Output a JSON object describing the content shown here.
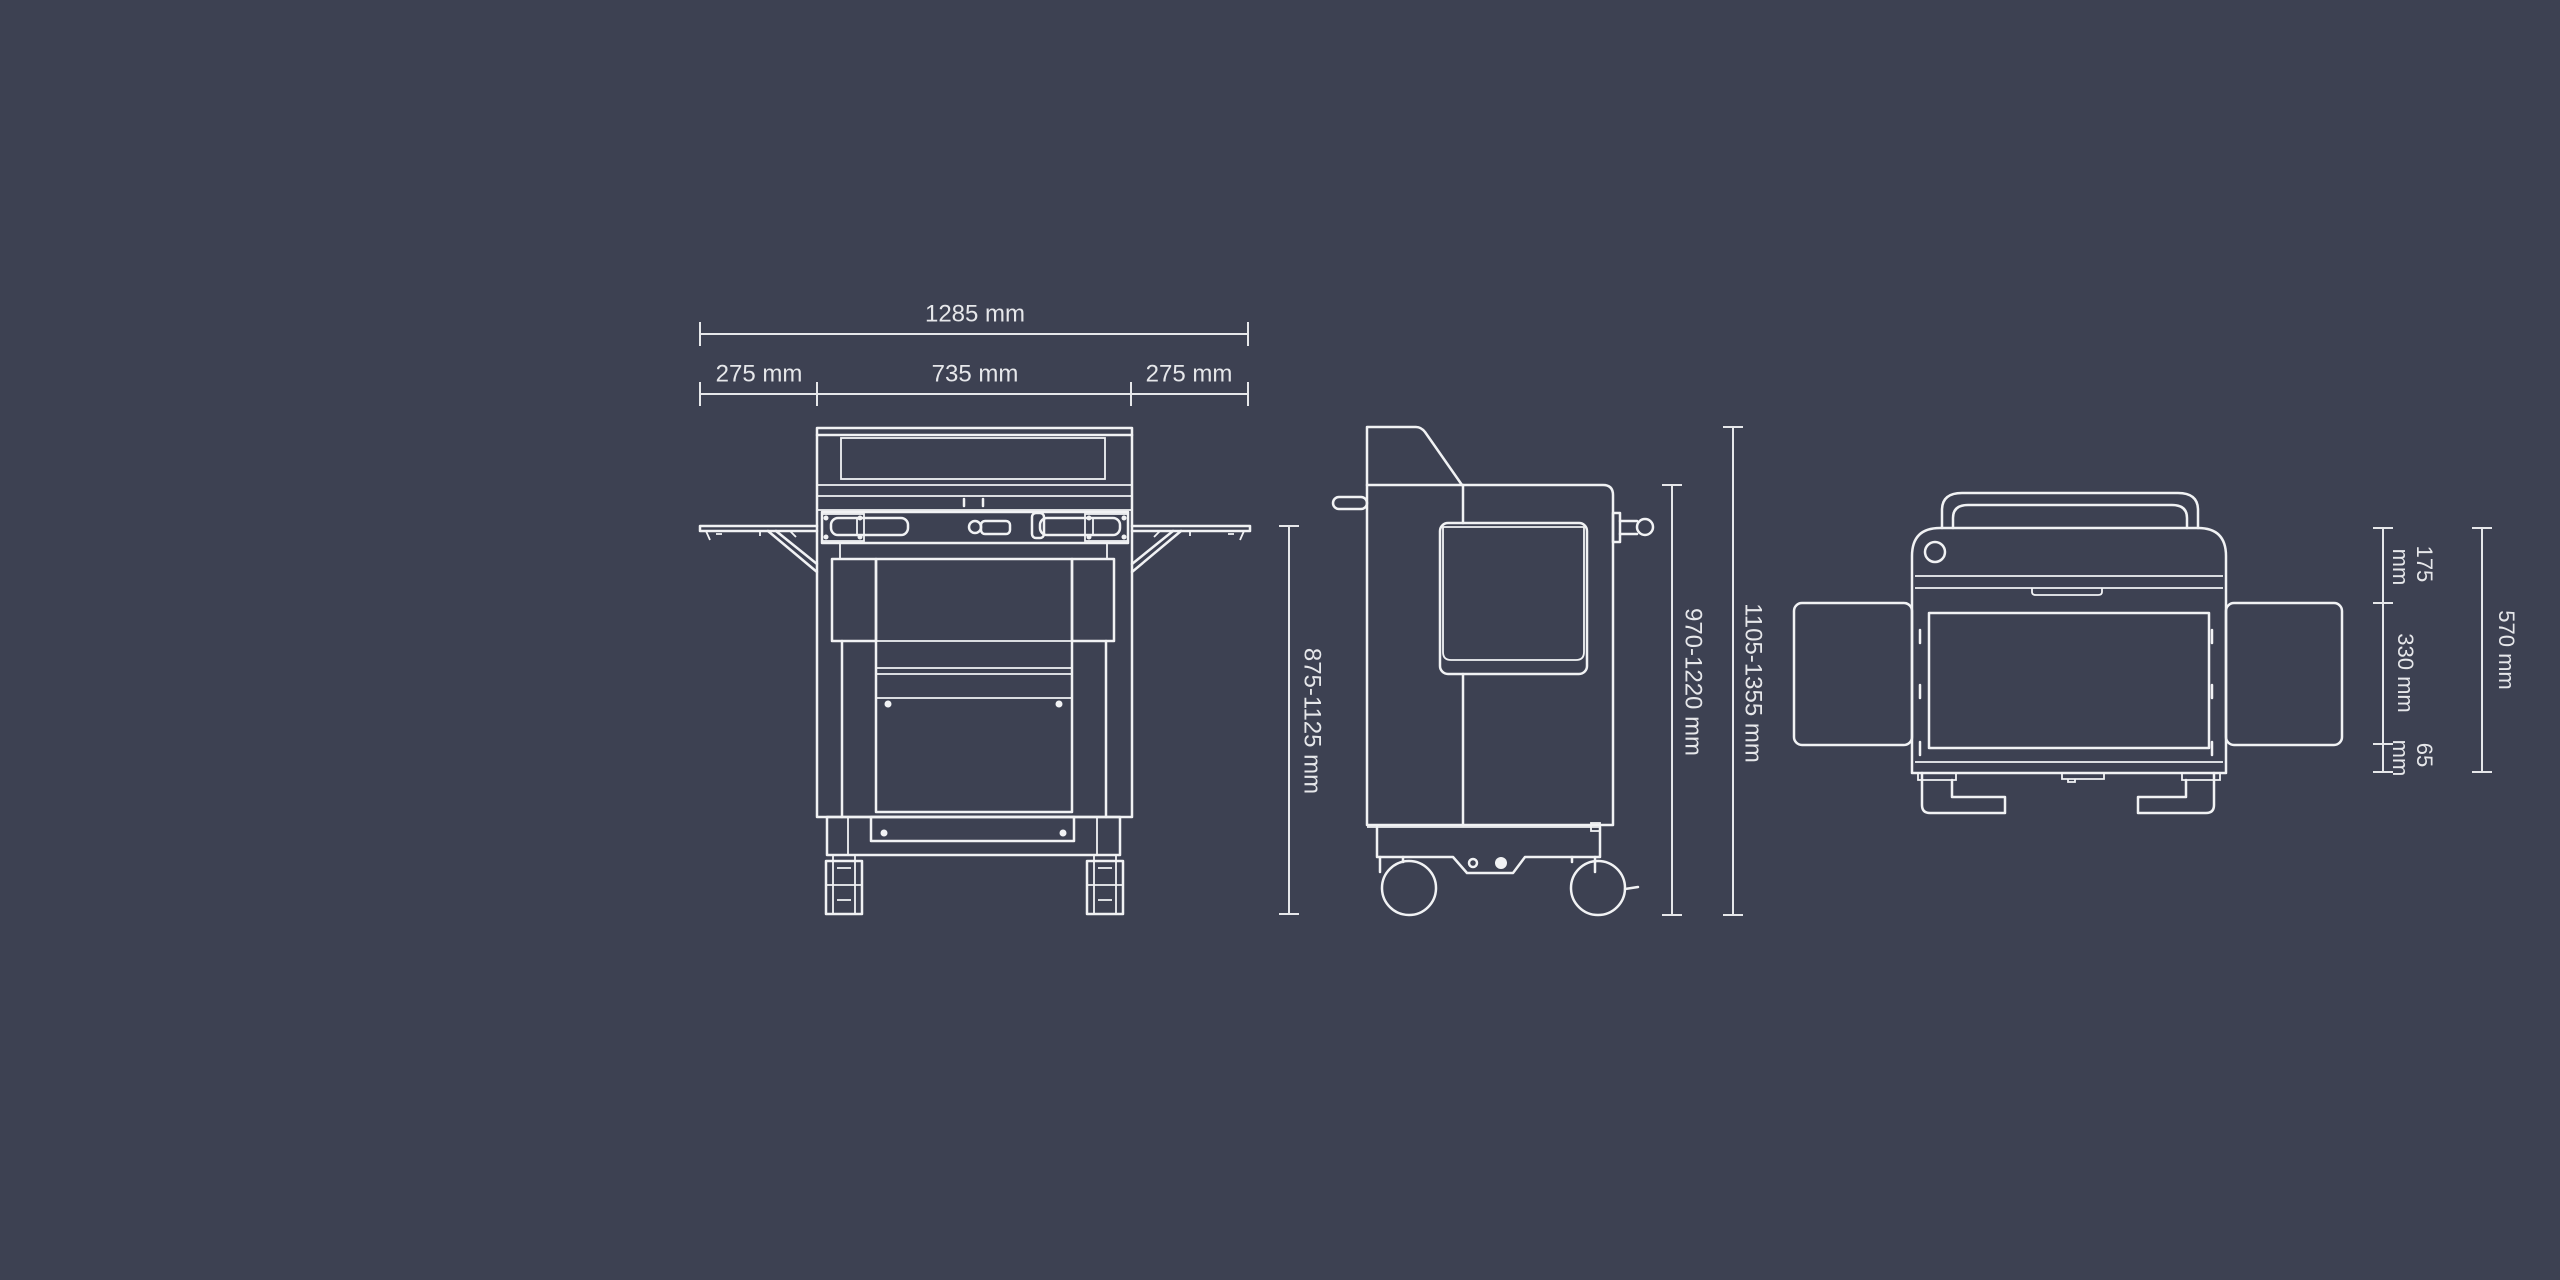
{
  "colors": {
    "background": "#3d4152",
    "line": "#f1f2f4",
    "text": "#e6e7ea"
  },
  "front_view": {
    "overall_width": "1285 mm",
    "left_shelf": "275 mm",
    "body_width": "735 mm",
    "right_shelf": "275 mm",
    "work_height": "875-1125 mm"
  },
  "side_view": {
    "body_height": "970-1220 mm",
    "total_height": "1105-1355 mm"
  },
  "top_view": {
    "segment_1": {
      "value": "175",
      "unit": "mm"
    },
    "segment_2": "330 mm",
    "segment_3": {
      "value": "65",
      "unit": "mm"
    },
    "overall_depth": "570 mm"
  }
}
